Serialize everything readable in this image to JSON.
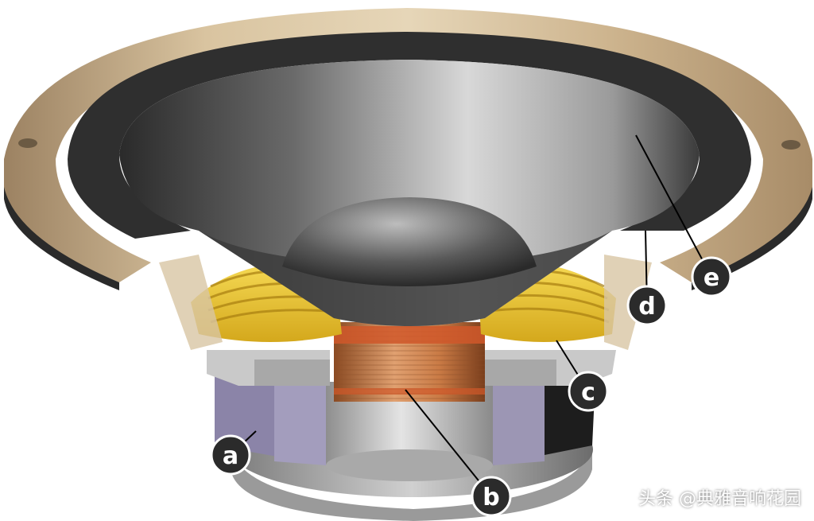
{
  "labels": {
    "a": "a",
    "b": "b",
    "c": "c",
    "d": "d",
    "e": "e"
  },
  "watermark": "头条 @典雅音响花园",
  "colors": {
    "frame": "#c8b290",
    "cone_dark": "#3a3a3a",
    "cone_light": "#d6d6d6",
    "spider": "#f2cf3a",
    "voice_coil": "#c9743f",
    "magnet": "#8a82a6",
    "pole": "#b4b4b4",
    "label_bg": "#2b2b2b"
  }
}
